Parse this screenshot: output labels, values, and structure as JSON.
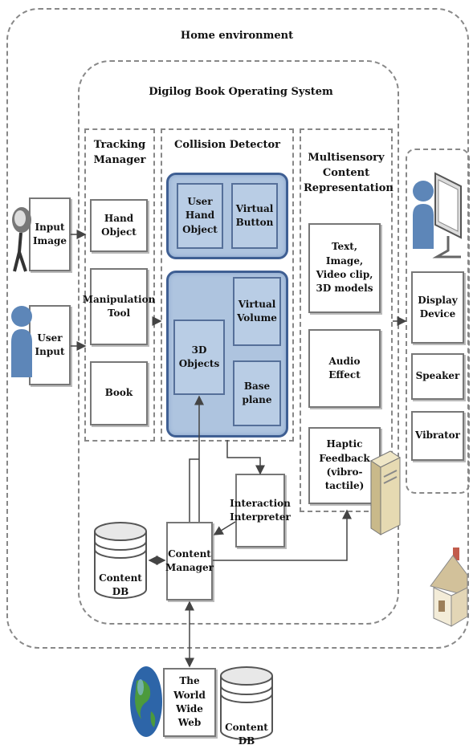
{
  "home_env": {
    "title": "Home environment"
  },
  "os": {
    "title": "Digilog Book Operating System"
  },
  "inputs": {
    "input_image": "Input Image",
    "user_input": "User Input"
  },
  "tracking": {
    "title": "Tracking Manager",
    "hand_object": "Hand Object",
    "manipulation_tool": "Manipulation Tool",
    "book": "Book"
  },
  "collision": {
    "title": "Collision Detector",
    "user_hand_object": "User Hand Object",
    "virtual_button": "Virtual Button",
    "objects_3d": "3D Objects",
    "virtual_volume": "Virtual Volume",
    "base_plane": "Base plane"
  },
  "multisensory": {
    "title": "Multisensory Content Representation",
    "text_image": "Text, Image, Video clip, 3D models",
    "audio_effect": "Audio Effect",
    "haptic_feedback": "Haptic Feedback (vibro-tactile)"
  },
  "output": {
    "display_device": "Display Device",
    "speaker": "Speaker",
    "vibrator": "Vibrator"
  },
  "interaction_interpreter": "Interaction Interpreter",
  "content_manager": "Content Manager",
  "content_db_inner": "Content DB",
  "world_wide_web": "The World Wide Web",
  "content_db_outer": "Content DB",
  "icons": [
    "camera-icon",
    "user-icon",
    "computer-monitor-icon",
    "computer-tower-icon",
    "house-icon",
    "globe-icon",
    "database-icon"
  ]
}
